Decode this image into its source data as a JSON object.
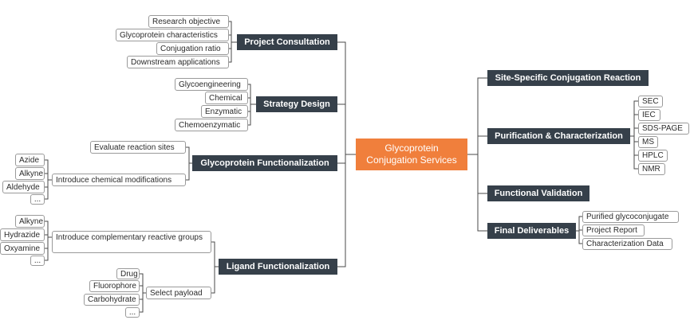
{
  "center": {
    "title": "Glycoprotein\nConjugation Services"
  },
  "left": {
    "project_consultation": {
      "label": "Project Consultation",
      "items": [
        "Research objective",
        "Glycoprotein characteristics",
        "Conjugation ratio",
        "Downstream applications"
      ]
    },
    "strategy_design": {
      "label": "Strategy Design",
      "items": [
        "Glycoengineering",
        "Chemical",
        "Enzymatic",
        "Chemoenzymatic"
      ]
    },
    "glycoprotein_functionalization": {
      "label": "Glycoprotein Functionalization",
      "items": [
        "Evaluate reaction sites",
        "Introduce chemical modifications"
      ],
      "modifications": [
        "Azide",
        "Alkyne",
        "Aldehyde",
        "..."
      ]
    },
    "ligand_functionalization": {
      "label": "Ligand Functionalization",
      "items": [
        "Introduce complementary reactive groups",
        "Select payload"
      ],
      "groups": [
        "Alkyne",
        "Hydrazide",
        "Oxyamine",
        "..."
      ],
      "payloads": [
        "Drug",
        "Fluorophore",
        "Carbohydrate",
        "..."
      ]
    }
  },
  "right": {
    "site_specific": {
      "label": "Site-Specific Conjugation Reaction"
    },
    "purification": {
      "label": "Purification & Characterization",
      "items": [
        "SEC",
        "IEC",
        "SDS-PAGE",
        "MS",
        "HPLC",
        "NMR"
      ]
    },
    "functional_validation": {
      "label": "Functional Validation"
    },
    "final_deliverables": {
      "label": "Final Deliverables",
      "items": [
        "Purified glycoconjugate",
        "Project Report",
        "Characterization Data"
      ]
    }
  },
  "colors": {
    "center": "#f07f3c",
    "category": "#36404a",
    "line": "#4a4a4a",
    "leaf_border": "#9a9a9a"
  }
}
